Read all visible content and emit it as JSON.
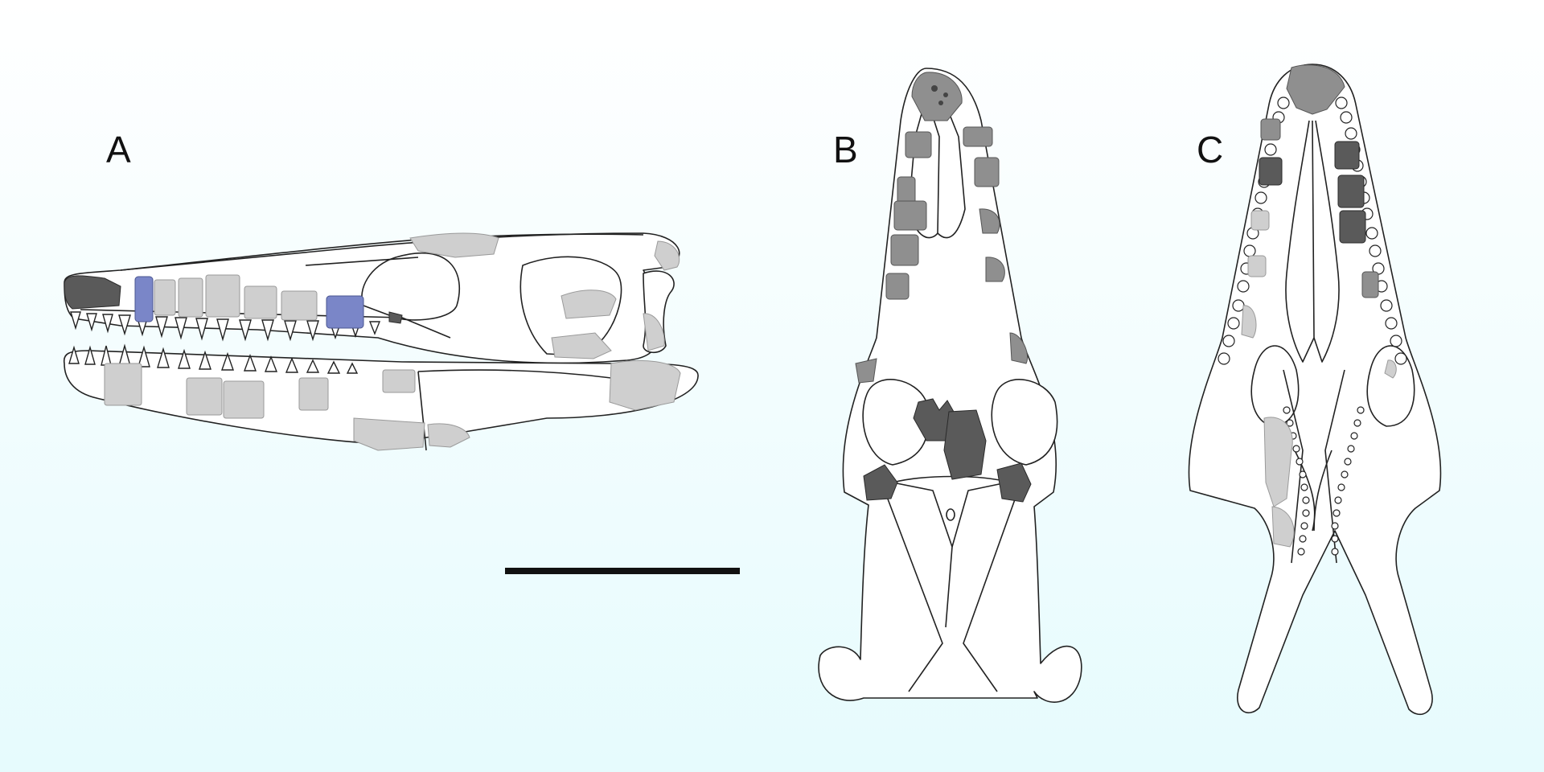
{
  "panels": {
    "a": {
      "label": "A",
      "view": "lateral"
    },
    "b": {
      "label": "B",
      "view": "dorsal"
    },
    "c": {
      "label": "C",
      "view": "ventral"
    }
  },
  "scale_bar": {
    "color": "#111111"
  },
  "colors": {
    "outline": "#222222",
    "bone_light": "#cfcfcf",
    "bone_dark": "#5a5a5a",
    "bone_highlight_blue": "#7a86c8",
    "background_top": "#ffffff",
    "background_bottom": "#e6fbfd"
  }
}
